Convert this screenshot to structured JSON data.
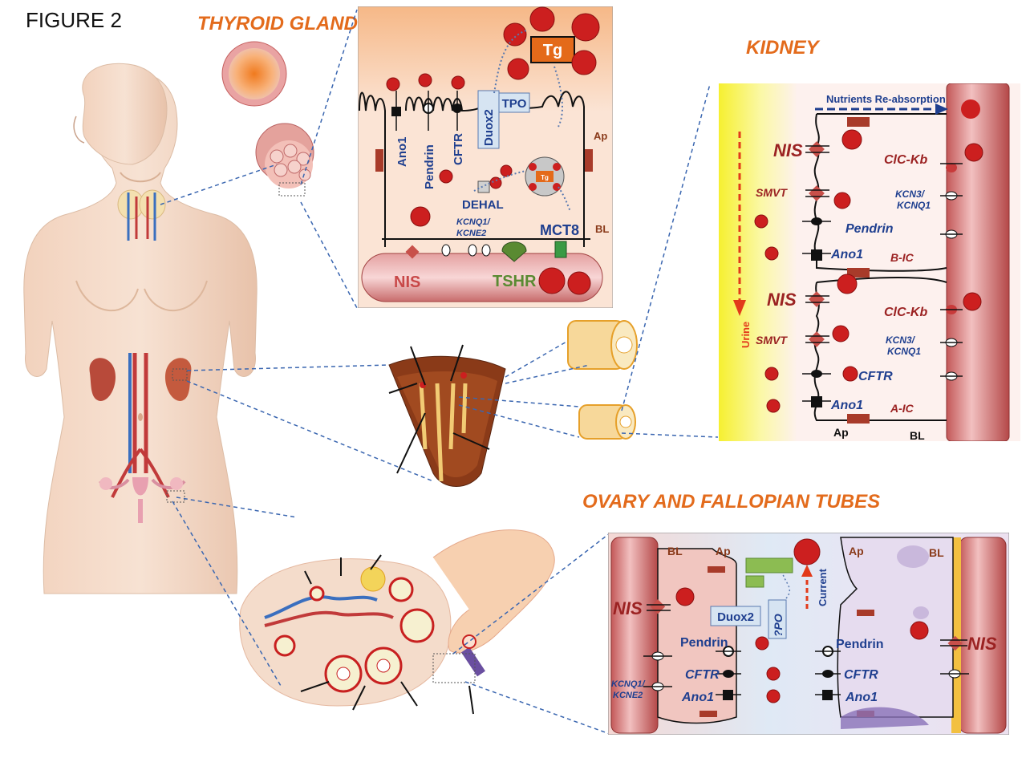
{
  "figure_label": "FIGURE 2",
  "sections": {
    "thyroid": "THYROID GLAND",
    "kidney": "KIDNEY",
    "ovary": "OVARY AND FALLOPIAN TUBES"
  },
  "colors": {
    "title_orange": "#e36b1c",
    "iodide_red": "#cc1f1f",
    "label_blue": "#1f3f8f",
    "label_darkred": "#9b2222",
    "urine_yellow": "#f5ee25",
    "nis_marker": "#c8504a"
  },
  "thyroid_panel": {
    "tg": "Tg",
    "tg_small": "Tg",
    "duox2": "Duox2",
    "tpo": "TPO",
    "ano1": "Ano1",
    "pendrin": "Pendrin",
    "cftr": "CFTR",
    "dehal": "DEHAL",
    "kcnq1": "KCNQ1/",
    "kcne2": "KCNE2",
    "mct8": "MCT8",
    "nis": "NIS",
    "tshr": "TSHR",
    "ap": "Ap",
    "bl": "BL"
  },
  "kidney_panel": {
    "nutrients": "Nutrients Re-absorption",
    "nis1": "NIS",
    "smvt1": "SMVT",
    "pendrin": "Pendrin",
    "ano1a": "Ano1",
    "b_ic": "B-IC",
    "clckb1": "ClC-Kb",
    "kcn3a": "KCN3/",
    "kcnq1a": "KCNQ1",
    "nis2": "NIS",
    "smvt2": "SMVT",
    "cftr": "CFTR",
    "ano1b": "Ano1",
    "a_ic": "A-IC",
    "clckb2": "ClC-Kb",
    "kcn3b": "KCN3/",
    "kcnq1b": "KCNQ1",
    "urine": "Urine",
    "ap": "Ap",
    "bl": "BL"
  },
  "ovary_panel": {
    "bl_left": "BL",
    "ap_left": "Ap",
    "ap_right": "Ap",
    "bl_right": "BL",
    "nis_left": "NIS",
    "nis_right": "NIS",
    "duox2": "Duox2",
    "tpo": "?PO",
    "current": "Current",
    "pendrin_left": "Pendrin",
    "pendrin_right": "Pendrin",
    "cftr_left": "CFTR",
    "cftr_right": "CFTR",
    "ano1_left": "Ano1",
    "ano1_right": "Ano1",
    "kcnq1": "KCNQ1/",
    "kcne2": "KCNE2"
  }
}
